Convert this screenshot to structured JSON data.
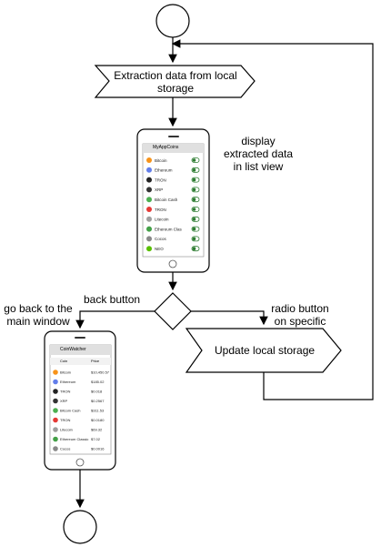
{
  "diagram": {
    "steps": {
      "extract": "Extraction data from local storage",
      "display": "display extracted data in list view",
      "update": "Update local storage"
    },
    "edges": {
      "back_button": "back button",
      "go_back": "go back to the main window",
      "radio": "radio button on specific"
    },
    "phone1": {
      "app_title": "MyAppCoins",
      "coins": [
        "Bitcoin",
        "Ethereum",
        "TRON",
        "XRP",
        "Bitcoin Cash",
        "TRON",
        "Litecoin",
        "Ethereum Clas",
        "Cocos",
        "NEO"
      ]
    },
    "phone2": {
      "app_title": "CoinWatcher",
      "col_coin": "Coin",
      "col_price": "Price",
      "rows": [
        {
          "name": "Bitcoin",
          "price": "$10,450.57"
        },
        {
          "name": "Ethereum",
          "price": "$185.02"
        },
        {
          "name": "TRON",
          "price": "$0.018"
        },
        {
          "name": "XRP",
          "price": "$0.2567"
        },
        {
          "name": "Bitcoin Cash",
          "price": "$311.53"
        },
        {
          "name": "TRON",
          "price": "$0.0180"
        },
        {
          "name": "Litecoin",
          "price": "$69.32"
        },
        {
          "name": "Ethereum Classic",
          "price": "$7.02"
        },
        {
          "name": "Cocos",
          "price": "$0.0016"
        }
      ]
    },
    "colors": {
      "stroke": "#000000",
      "toggle": "#2e7d32",
      "app_bar": "#e0e0e0"
    }
  }
}
